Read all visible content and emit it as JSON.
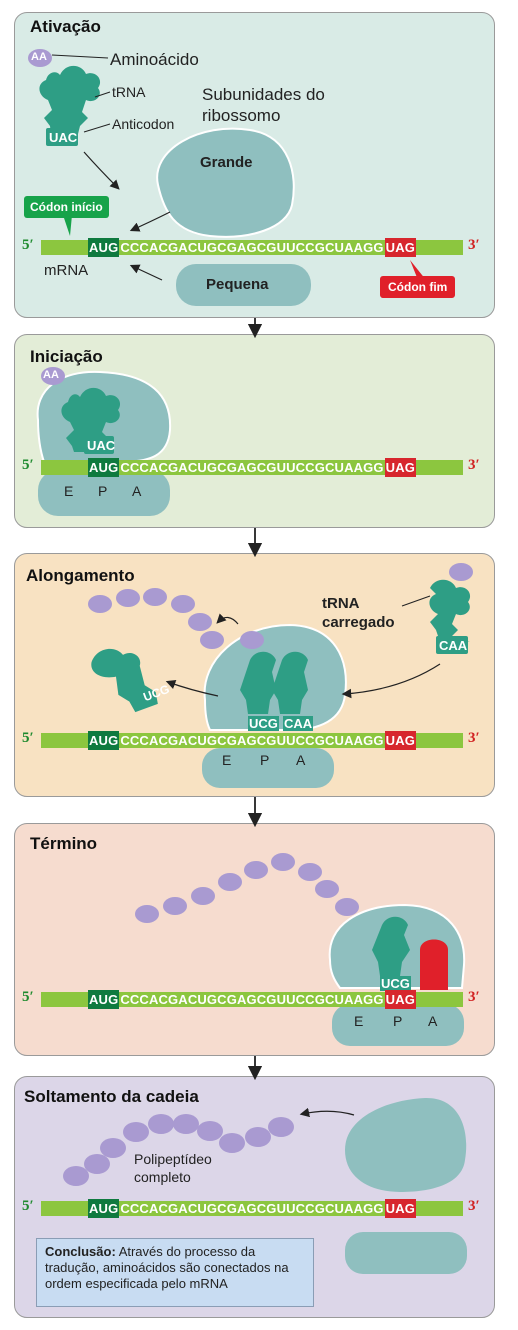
{
  "panels": {
    "activation": {
      "title": "Ativação"
    },
    "initiation": {
      "title": "Iniciação"
    },
    "elongation": {
      "title": "Alongamento"
    },
    "termination": {
      "title": "Término"
    },
    "release": {
      "title": "Soltamento da cadeia"
    }
  },
  "labels": {
    "amino_acid": "Aminoácido",
    "trna": "tRNA",
    "anticodon": "Anticodon",
    "ribosome_subunits": "Subunidades do ribossomo",
    "large": "Grande",
    "small": "Pequena",
    "mrna": "mRNA",
    "start_codon": "Códon início",
    "stop_codon": "Códon fim",
    "charged_trna": "tRNA carregado",
    "polypeptide": "Polipeptídeo completo",
    "aa": "AA",
    "site_e": "E",
    "site_p": "P",
    "site_a": "A"
  },
  "mrna": {
    "five_prime": "5′",
    "three_prime": "3′",
    "start": "AUG",
    "middle": "CCCACGACUGCGAGCGUUCCGCUAAGG",
    "stop": "UAG"
  },
  "anticodons": {
    "uac": "UAC",
    "ucg": "UCG",
    "caa": "CAA"
  },
  "conclusion": {
    "bold": "Conclusão:",
    "text": " Através do processo da tradução, aminoácidos são conectados na ordem especificada pelo mRNA"
  },
  "colors": {
    "activation_bg": "#d9ebe6",
    "initiation_bg": "#e3edd7",
    "elongation_bg": "#f8e2c2",
    "termination_bg": "#f6dccf",
    "release_bg": "#dcd6e8",
    "ribosome": "#8fbfbf",
    "trna": "#2e9e85",
    "amino_acid": "#a99ad1",
    "start": "#0f7a3f",
    "stop": "#d7262d",
    "strand": "#8cc63f"
  }
}
